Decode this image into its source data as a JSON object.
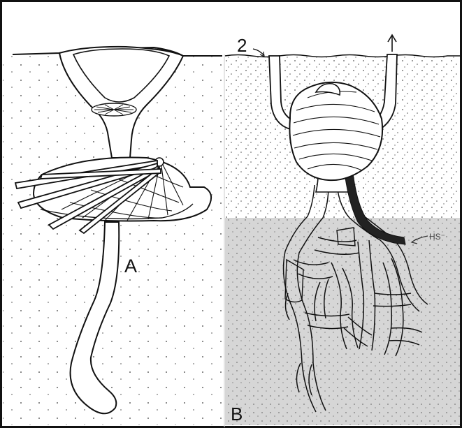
{
  "figure": {
    "panels": [
      {
        "id": "A",
        "label": "A"
      },
      {
        "id": "B",
        "label": "B"
      }
    ],
    "annotations": {
      "marker_2": "2",
      "hs": "HS⁻"
    },
    "colors": {
      "line": "#111111",
      "background": "#ffffff",
      "oxic_sediment": "#ffffff",
      "reduced_sediment": "#d6d6d6",
      "siphon_dark": "#222222",
      "sand_dots": "#555555"
    },
    "icons": [
      "arrow-up-icon",
      "arrow-small-icon"
    ]
  }
}
